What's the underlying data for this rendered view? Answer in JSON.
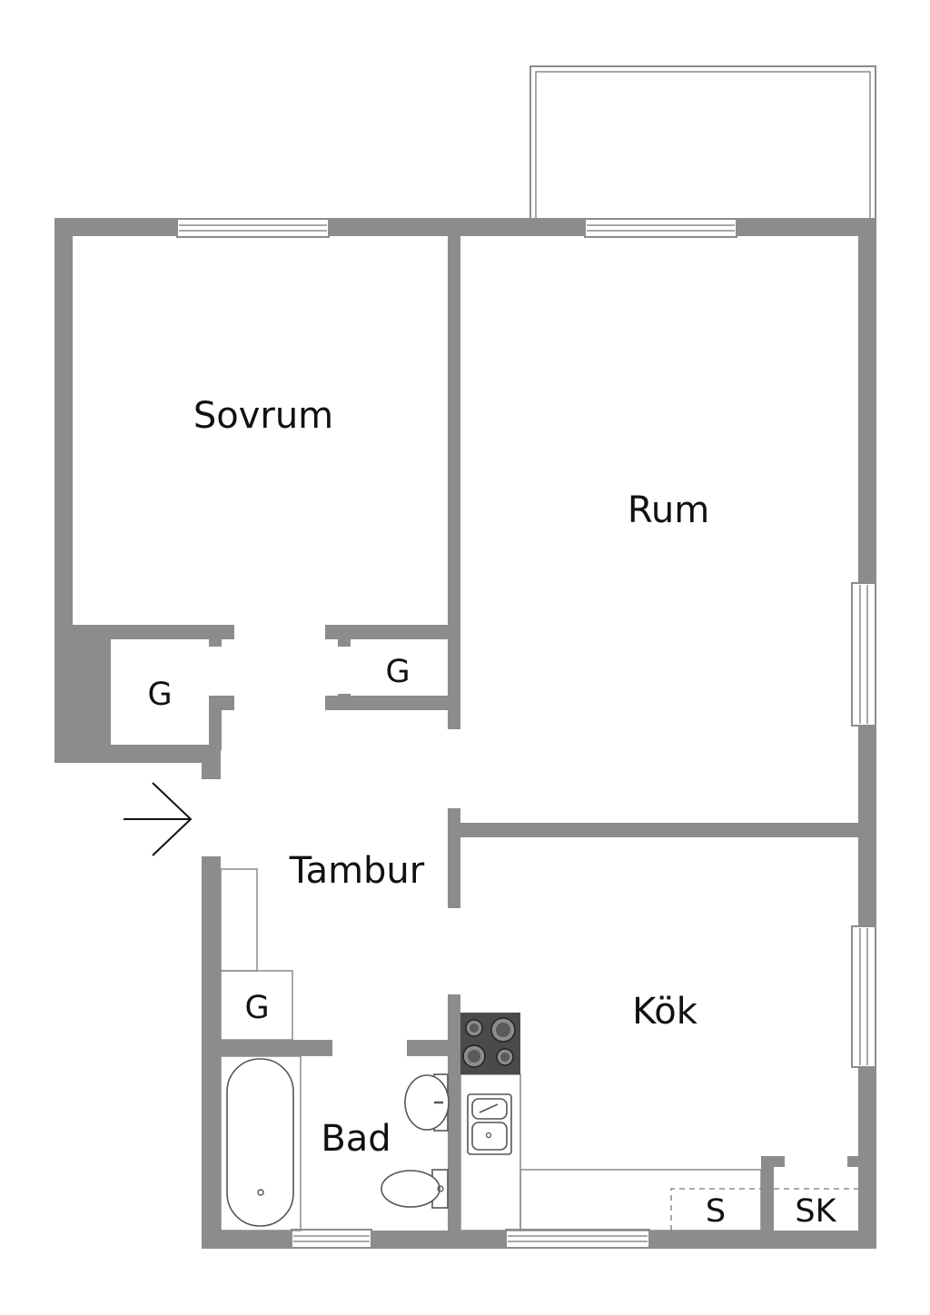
{
  "rooms": {
    "bedroom": "Sovrum",
    "living_room": "Rum",
    "hallway": "Tambur",
    "kitchen": "Kök",
    "bathroom": "Bad"
  },
  "closets": {
    "bedroom_closet": "G",
    "living_closet": "G",
    "hall_closet": "G"
  },
  "appliances": {
    "wardrobe_s": "S",
    "cabinet_sk": "SK"
  },
  "colors": {
    "wall": "#8c8c8c",
    "stove": "#4a4a4a",
    "text": "#111111"
  }
}
